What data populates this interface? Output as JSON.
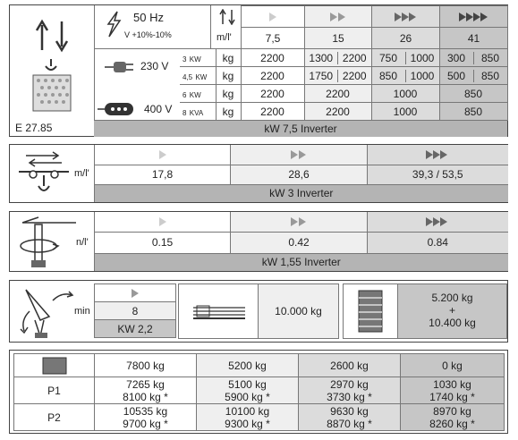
{
  "hoist": {
    "code": "E 27.85",
    "supply_freq": "50 Hz",
    "supply_tol": "V +10%-10%",
    "speed_unit": "m/l'",
    "speeds": [
      "7,5",
      "15",
      "26",
      "41"
    ],
    "rows": [
      {
        "power": "3",
        "power_unit": "KW",
        "unit": "kg",
        "values": [
          "2200",
          "1300",
          "2200",
          "750",
          "1000",
          "300",
          "850"
        ]
      },
      {
        "power": "4,5",
        "power_unit": "KW",
        "unit": "kg",
        "values": [
          "2200",
          "1750",
          "2200",
          "850",
          "1000",
          "500",
          "850"
        ]
      },
      {
        "power": "6",
        "power_unit": "KW",
        "unit": "kg",
        "values": [
          "2200",
          "2200",
          "1000",
          "850"
        ]
      },
      {
        "power": "8",
        "power_unit": "KVA",
        "unit": "kg",
        "values": [
          "2200",
          "2200",
          "1000",
          "850"
        ]
      }
    ],
    "voltage_230": "230 V",
    "voltage_400": "400 V",
    "inverter": "kW 7,5  Inverter"
  },
  "trolley": {
    "unit": "m/l'",
    "speeds": [
      "17,8",
      "28,6",
      "39,3 / 53,5"
    ],
    "inverter": "kW 3  Inverter"
  },
  "slewing": {
    "unit": "n/l'",
    "speeds": [
      "0.15",
      "0.42",
      "0.84"
    ],
    "inverter": "kW  1,55 Inverter"
  },
  "luffing": {
    "unit": "min",
    "value": "8",
    "power": "KW 2,2",
    "ballast": "10.000 kg",
    "counterweight_top": "5.200 kg",
    "counterweight_plus": "+",
    "counterweight_bottom": "10.400 kg"
  },
  "loads": {
    "headers": [
      "7800 kg",
      "5200 kg",
      "2600 kg",
      "0 kg"
    ],
    "rows": [
      {
        "label": "P1",
        "values": [
          [
            "7265 kg",
            "8100 kg *"
          ],
          [
            "5100 kg",
            "5900 kg *"
          ],
          [
            "2970 kg",
            "3730 kg *"
          ],
          [
            "1030 kg",
            "1740 kg *"
          ]
        ]
      },
      {
        "label": "P2",
        "values": [
          [
            "10535 kg",
            "9700 kg *"
          ],
          [
            "10100 kg",
            "9300 kg *"
          ],
          [
            "9630 kg",
            "8870 kg *"
          ],
          [
            "8970 kg",
            "8260 kg *"
          ]
        ]
      }
    ]
  }
}
